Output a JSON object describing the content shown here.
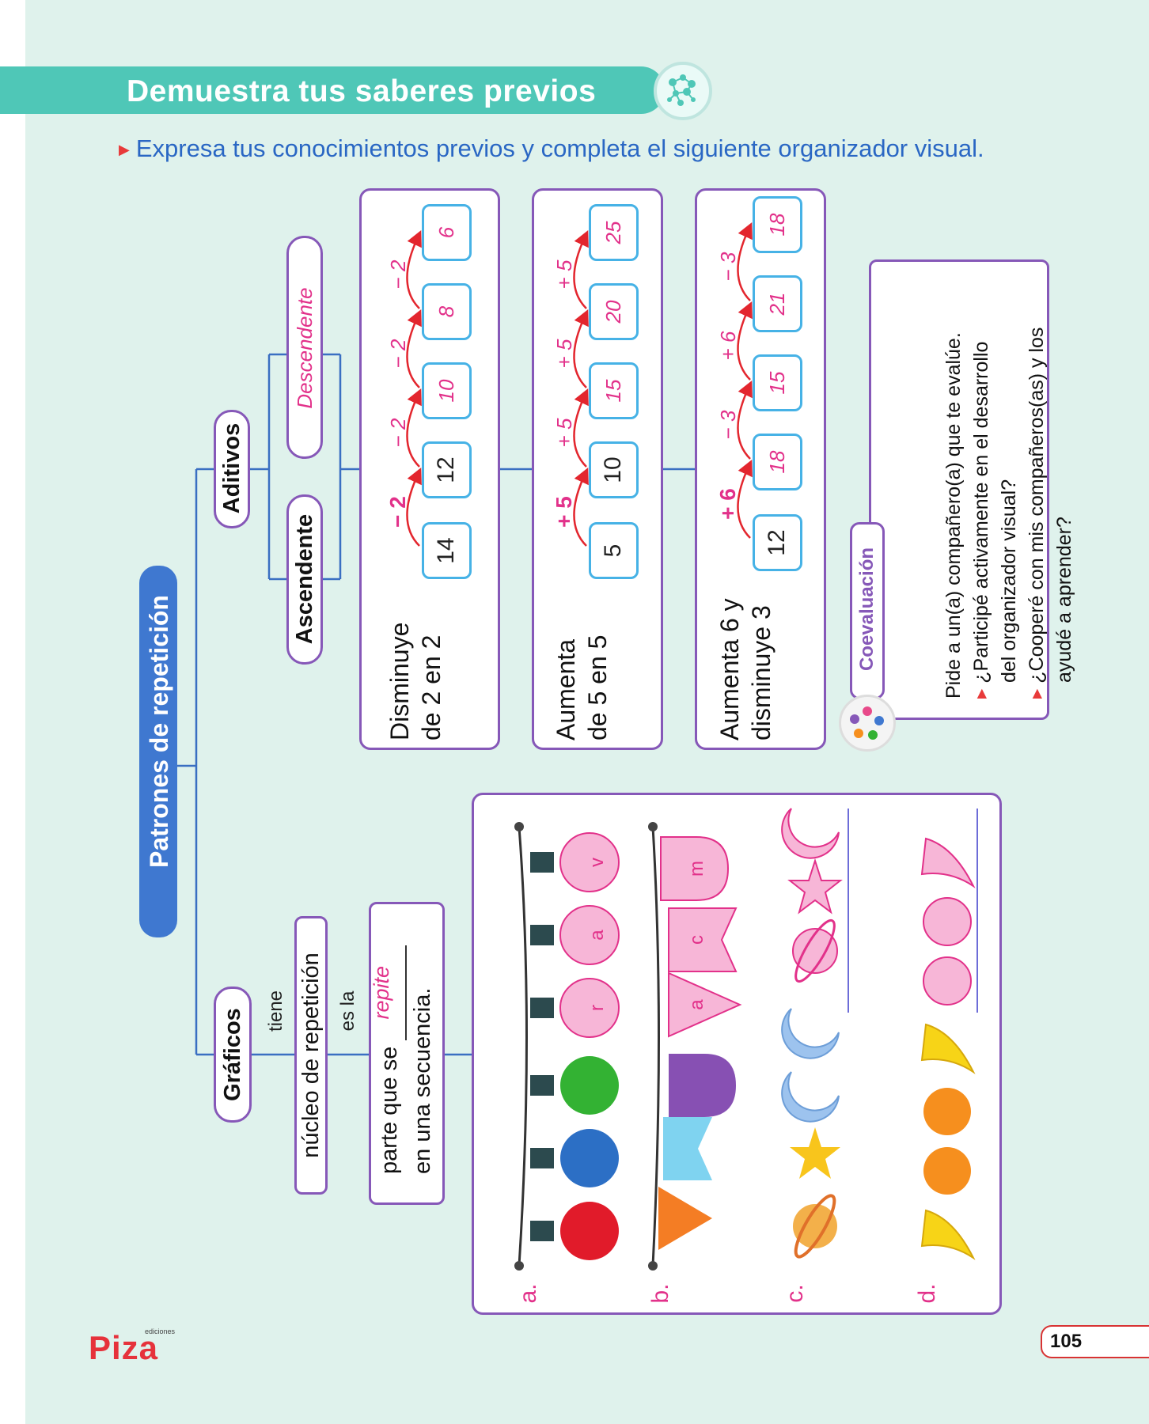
{
  "header": {
    "title": "Demuestra tus saberes previos",
    "instruction": "Expresa tus conocimientos previos y completa el siguiente organizador visual."
  },
  "organizer": {
    "root": "Patrones de repetición",
    "graficos": {
      "label": "Gráficos",
      "connector1": "tiene",
      "node1": "núcleo de repetición",
      "connector2": "es la",
      "definition_line1": "parte que se",
      "answer": "repite",
      "definition_line2": "en una secuencia."
    },
    "aditivos": {
      "label": "Aditivos",
      "ascendente": "Ascendente",
      "descendente": "Descendente",
      "rows": [
        {
          "desc_line1": "Disminuye",
          "desc_line2": "de 2 en 2",
          "numbers": [
            "14",
            "12",
            "10",
            "8",
            "6"
          ],
          "ops": [
            "− 2",
            "− 2",
            "− 2",
            "− 2"
          ]
        },
        {
          "desc_line1": "Aumenta",
          "desc_line2": "de 5 en 5",
          "numbers": [
            "5",
            "10",
            "15",
            "20",
            "25"
          ],
          "ops": [
            "+ 5",
            "+ 5",
            "+ 5",
            "+ 5"
          ]
        },
        {
          "desc_line1": "Aumenta 6 y",
          "desc_line2": "disminuye 3",
          "numbers": [
            "12",
            "18",
            "15",
            "21",
            "18"
          ],
          "ops": [
            "+ 6",
            "− 3",
            "+ 6",
            "− 3"
          ]
        }
      ]
    }
  },
  "sequences": {
    "labels": [
      "a.",
      "b.",
      "c.",
      "d."
    ],
    "bulb_letters": [
      "r",
      "a",
      "v"
    ],
    "flag_letters": [
      "a",
      "c",
      "m"
    ]
  },
  "coevaluacion": {
    "title": "Coevaluación",
    "intro": "Pide a un(a) compañero(a) que te evalúe.",
    "q1_line1": "¿Participé activamente en el desarrollo",
    "q1_line2": "del organizador visual?",
    "q2_line1": "¿Cooperé con mis compañeros(as) y los",
    "q2_line2": "ayudé a aprender?"
  },
  "footer": {
    "brand": "Piza",
    "brand_small": "ediciones",
    "page_number": "105"
  },
  "colors": {
    "background": "#dff2ec",
    "banner": "#4fc7b7",
    "purple_border": "#8658b8",
    "blue_border": "#46b2e6",
    "pink_text": "#e2318a",
    "instruction_text": "#2a67c4"
  }
}
